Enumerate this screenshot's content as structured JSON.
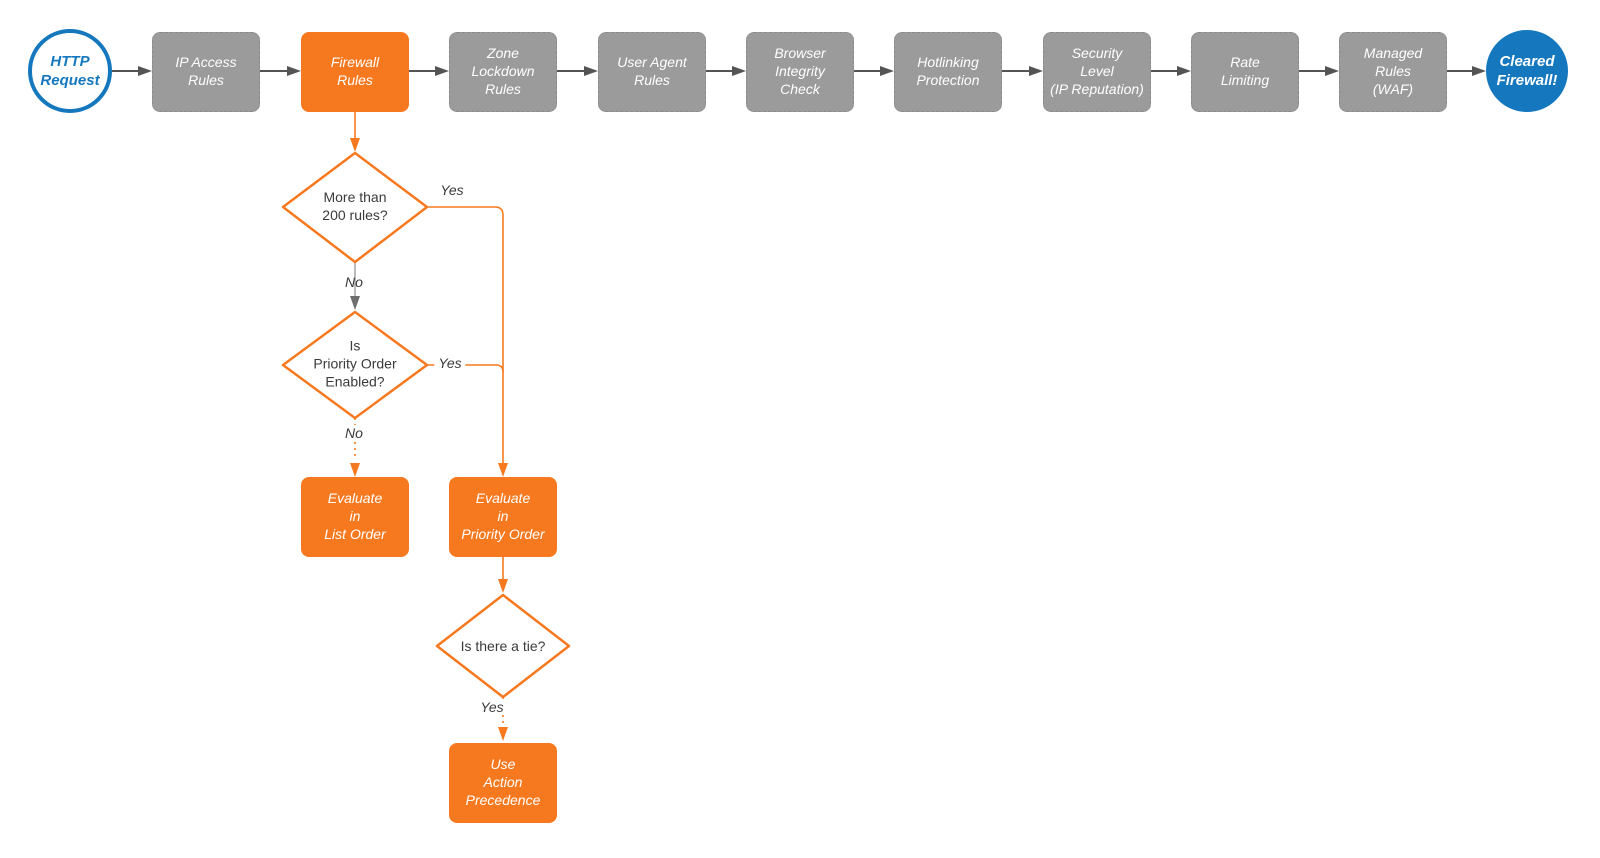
{
  "colors": {
    "accent_orange": "#F7791F",
    "brand_blue": "#1578BE",
    "stage_gray": "#9B9B9B",
    "connector_dark": "#545454",
    "connector_gray_line": "#ABABAB",
    "connector_gray_head": "#6E6E6E",
    "text_dark": "#3B3B3B",
    "background": "#FFFFFF"
  },
  "flow": {
    "start": {
      "label": "HTTP\nRequest"
    },
    "end": {
      "label": "Cleared\nFirewall!"
    },
    "stages": [
      {
        "label": "IP Access\nRules",
        "variant": "gray"
      },
      {
        "label": "Firewall\nRules",
        "variant": "orange"
      },
      {
        "label": "Zone\nLockdown\nRules",
        "variant": "gray"
      },
      {
        "label": "User Agent\nRules",
        "variant": "gray"
      },
      {
        "label": "Browser\nIntegrity\nCheck",
        "variant": "gray"
      },
      {
        "label": "Hotlinking\nProtection",
        "variant": "gray"
      },
      {
        "label": "Security\nLevel\n(IP Reputation)",
        "variant": "gray"
      },
      {
        "label": "Rate\nLimiting",
        "variant": "gray"
      },
      {
        "label": "Managed\nRules\n(WAF)",
        "variant": "gray"
      }
    ],
    "decisions": [
      {
        "label": "More than\n200 rules?"
      },
      {
        "label": "Is\nPriority Order\nEnabled?"
      },
      {
        "label": "Is there a tie?"
      }
    ],
    "actions": [
      {
        "label": "Evaluate\nin\nList Order"
      },
      {
        "label": "Evaluate\nin\nPriority Order"
      },
      {
        "label": "Use\nAction\nPrecedence"
      }
    ],
    "edge_labels": {
      "decision1_yes": "Yes",
      "decision1_no": "No",
      "decision2_yes": "Yes",
      "decision2_no": "No",
      "decision3_yes": "Yes"
    }
  }
}
